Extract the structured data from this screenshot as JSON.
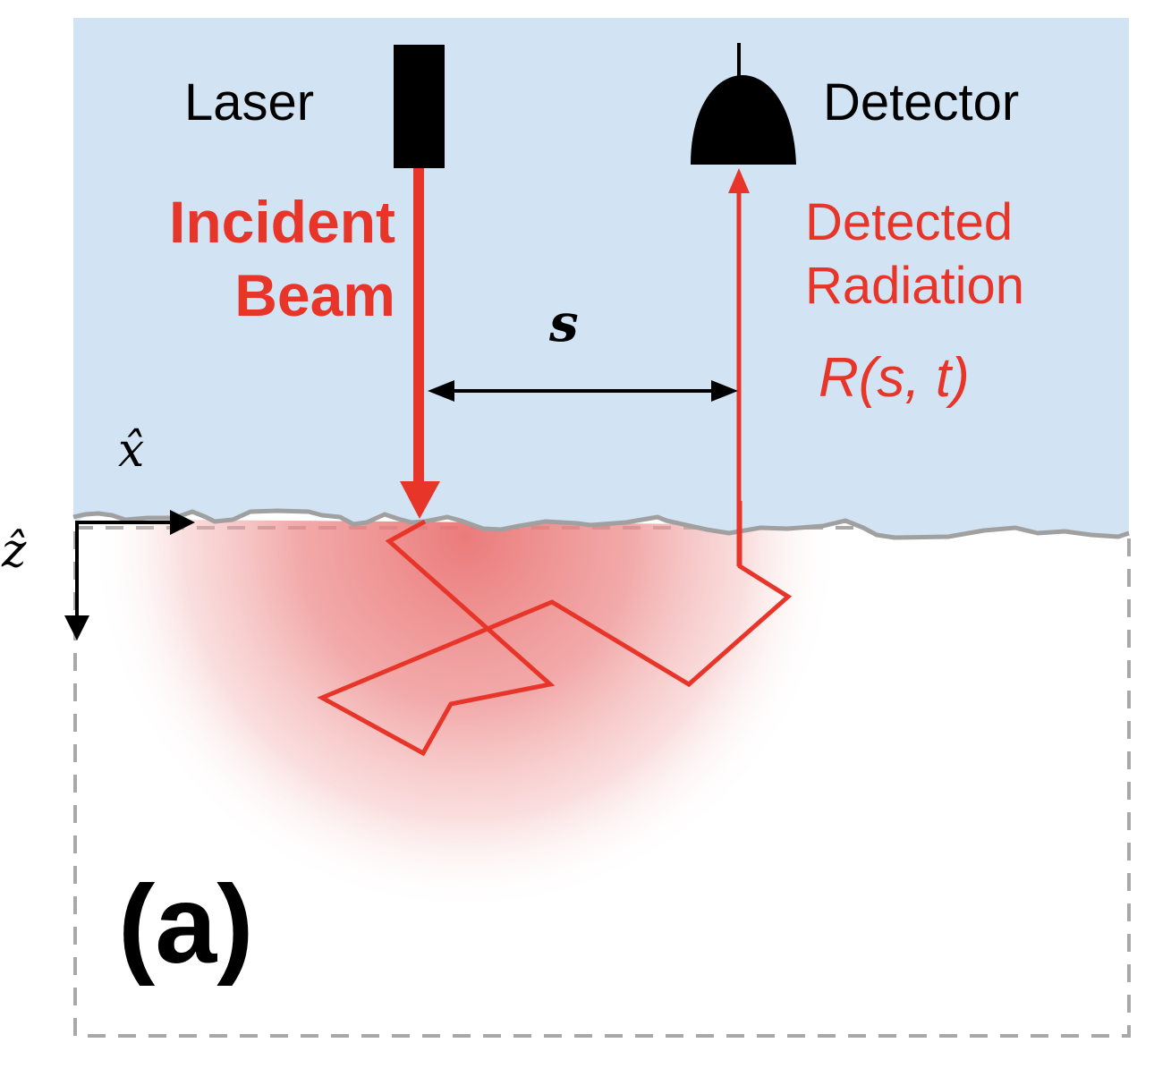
{
  "figure": {
    "panel_label": "(a)",
    "laser_label": "Laser",
    "detector_label": "Detector",
    "incident_label_line1": "Incident",
    "incident_label_line2": "Beam",
    "detected_label_line1": "Detected",
    "detected_label_line2": "Radiation",
    "reflectance_label": "R(s, t)",
    "separation_label": "s",
    "x_axis_label": "x̂",
    "z_axis_label": "ẑ"
  },
  "colors": {
    "medium_blue": "#d2e4f3",
    "beam_red": "#e8352a",
    "surface_gray": "#a0a0a0",
    "diffuse_glow": "#ea6e6e",
    "border_dash": "#a8a8a8",
    "ink": "#000000"
  }
}
